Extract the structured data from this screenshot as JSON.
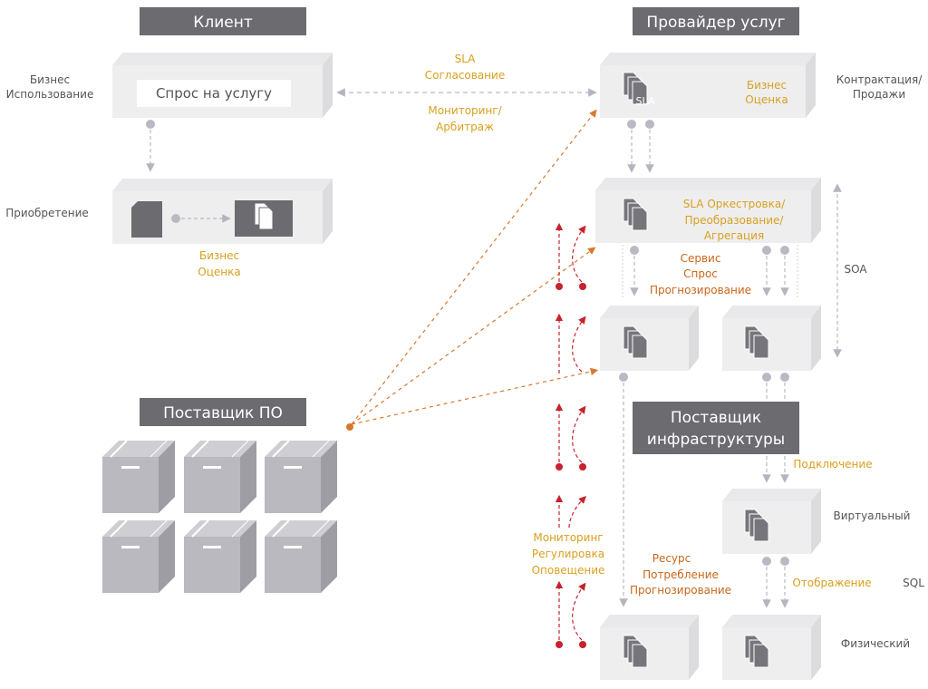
{
  "headers": {
    "client": "Клиент",
    "provider": "Провайдер услуг",
    "software_vendor": "Поставщик ПО",
    "infra_vendor_line1": "Поставщик",
    "infra_vendor_line2": "инфраструктуры"
  },
  "client": {
    "business_use_line1": "Бизнес",
    "business_use_line2": "Использование",
    "demand_label": "Спрос на услугу",
    "acquisition": "Приобретение",
    "eval_line1": "Бизнес",
    "eval_line2": "Оценка"
  },
  "link": {
    "sla": "SLA",
    "agreement": "Согласование",
    "monitoring": "Мониторинг/",
    "arbitrage": "Арбитраж"
  },
  "provider": {
    "sla_badge": "SLA",
    "eval_line1": "Бизнес",
    "eval_line2": "Оценка",
    "contracting_line1": "Контрактация/",
    "contracting_line2": "Продажи",
    "orch_line1": "SLA Оркестровка/",
    "orch_line2": "Преобразование/",
    "orch_line3": "Агрегация",
    "service_line1": "Сервис",
    "service_line2": "Спрос",
    "service_line3": "Прогнозирование",
    "soa": "SOA"
  },
  "infra": {
    "connection": "Подключение",
    "virtual": "Виртуальный",
    "mapping": "Отображение",
    "sql": "SQL",
    "physical": "Физический"
  },
  "monitoring": {
    "line1": "Мониторинг",
    "line2": "Регулировка",
    "line3": "Оповещение"
  },
  "resource": {
    "line1": "Ресурс",
    "line2": "Потребление",
    "line3": "Прогнозирование"
  },
  "colors": {
    "header_bg": "#6b6b70",
    "box_face": "#eeeeef",
    "box_side": "#dcdcde",
    "box_top": "#e6e6e8",
    "doc_icon": "#75757b",
    "label_orange": "#d9a021",
    "label_dark_orange": "#c9661a",
    "red_arrow": "#c8222c",
    "gray_arrow": "#b9b9c3"
  }
}
